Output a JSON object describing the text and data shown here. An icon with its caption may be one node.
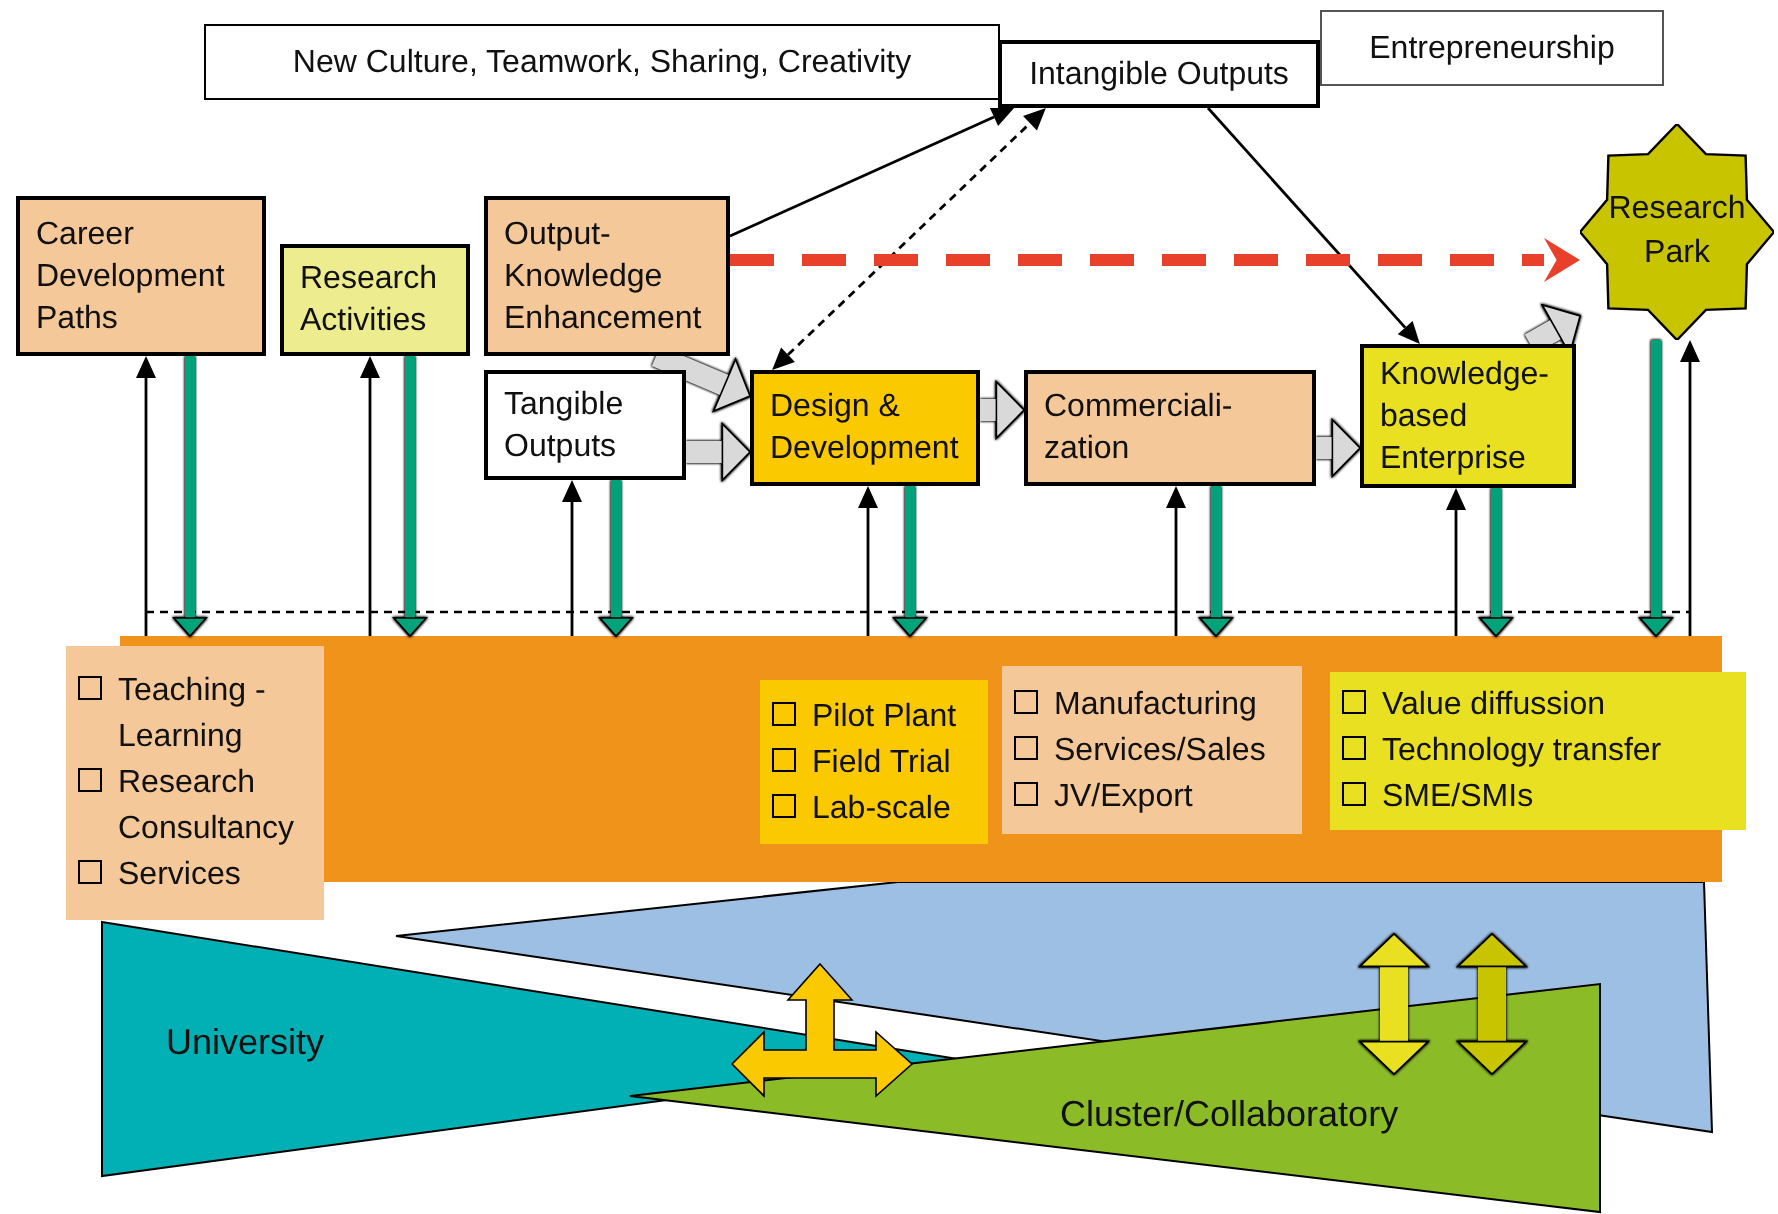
{
  "diagram": {
    "nodes": [
      {
        "text": [
          "New Culture, Teamwork, Sharing, Creativity"
        ]
      },
      {
        "text": [
          "Intangible Outputs"
        ]
      },
      {
        "text": [
          "Entrepreneurship"
        ]
      },
      {
        "text": [
          "Career Development Paths"
        ]
      },
      {
        "text": [
          "Research Activities"
        ]
      },
      {
        "text": [
          "Output-Knowledge Enhancement"
        ]
      },
      {
        "text": [
          "Tangible Outputs"
        ]
      },
      {
        "text": [
          "Design & Development"
        ]
      },
      {
        "text": [
          "Commerciali- zation"
        ]
      },
      {
        "text": [
          "Knowledge-based Enterprise"
        ]
      },
      {
        "text": [
          "Research Park"
        ]
      },
      {
        "text": [],
        "shape": "bar"
      },
      {
        "text": [
          "Teaching -Learning",
          "Research Consultancy",
          "Services"
        ]
      },
      {
        "text": [
          "Pilot Plant",
          "Field Trial",
          "Lab-scale"
        ],
        "in": 11
      },
      {
        "text": [
          "Manufacturing",
          "Services/Sales",
          "JV/Export"
        ],
        "in": 11
      },
      {
        "text": [
          "Value diffussion",
          "Technology transfer",
          "SME/SMIs"
        ]
      },
      {
        "text": [
          "University"
        ]
      },
      {
        "text": [],
        "shape": "triangle"
      },
      {
        "text": [
          "Cluster/Collaboratory"
        ]
      }
    ],
    "edges": [
      {
        "from": 5,
        "to": 1,
        "arrow": "to"
      },
      {
        "from": 7,
        "to": 1,
        "arrow": "both",
        "style": "dashed"
      },
      {
        "from": 1,
        "to": 9,
        "arrow": "to"
      },
      {
        "from": 5,
        "to": 10,
        "arrow": "to",
        "style": "dashed",
        "color": "#e8402a"
      },
      {
        "from": 5,
        "to": 7,
        "arrow": "to",
        "style": "thick",
        "color": "#d9d9d9"
      },
      {
        "from": 6,
        "to": 7,
        "arrow": "to",
        "style": "thick",
        "color": "#d9d9d9"
      },
      {
        "from": 7,
        "to": 8,
        "arrow": "to",
        "style": "thick",
        "color": "#d9d9d9"
      },
      {
        "from": 8,
        "to": 9,
        "arrow": "to",
        "style": "thick",
        "color": "#d9d9d9"
      },
      {
        "from": 9,
        "to": 10,
        "arrow": "to",
        "style": "thick",
        "color": "#d9d9d9"
      },
      {
        "from": 3,
        "to": 11,
        "arrow": "to",
        "color": "#00a37a"
      },
      {
        "from": 4,
        "to": 11,
        "arrow": "to",
        "color": "#00a37a"
      },
      {
        "from": 6,
        "to": 11,
        "arrow": "to",
        "color": "#00a37a"
      },
      {
        "from": 7,
        "to": 11,
        "arrow": "to",
        "color": "#00a37a"
      },
      {
        "from": 8,
        "to": 11,
        "arrow": "to",
        "color": "#00a37a"
      },
      {
        "from": 9,
        "to": 11,
        "arrow": "to",
        "color": "#00a37a"
      },
      {
        "from": 10,
        "to": 11,
        "arrow": "to",
        "color": "#00a37a"
      },
      {
        "from": 11,
        "to": 3,
        "arrow": "to"
      },
      {
        "from": 11,
        "to": 4,
        "arrow": "to"
      },
      {
        "from": 11,
        "to": 6,
        "arrow": "to"
      },
      {
        "from": 11,
        "to": 7,
        "arrow": "to"
      },
      {
        "from": 11,
        "to": 8,
        "arrow": "to"
      },
      {
        "from": 11,
        "to": 9,
        "arrow": "to"
      },
      {
        "from": 11,
        "to": 10,
        "arrow": "to"
      },
      {
        "from": 18,
        "to": 17,
        "arrow": "both",
        "style": "thick",
        "color": "#e8e020"
      },
      {
        "from": 18,
        "to": 17,
        "arrow": "both",
        "style": "thick",
        "color": "#c8c400"
      }
    ]
  }
}
